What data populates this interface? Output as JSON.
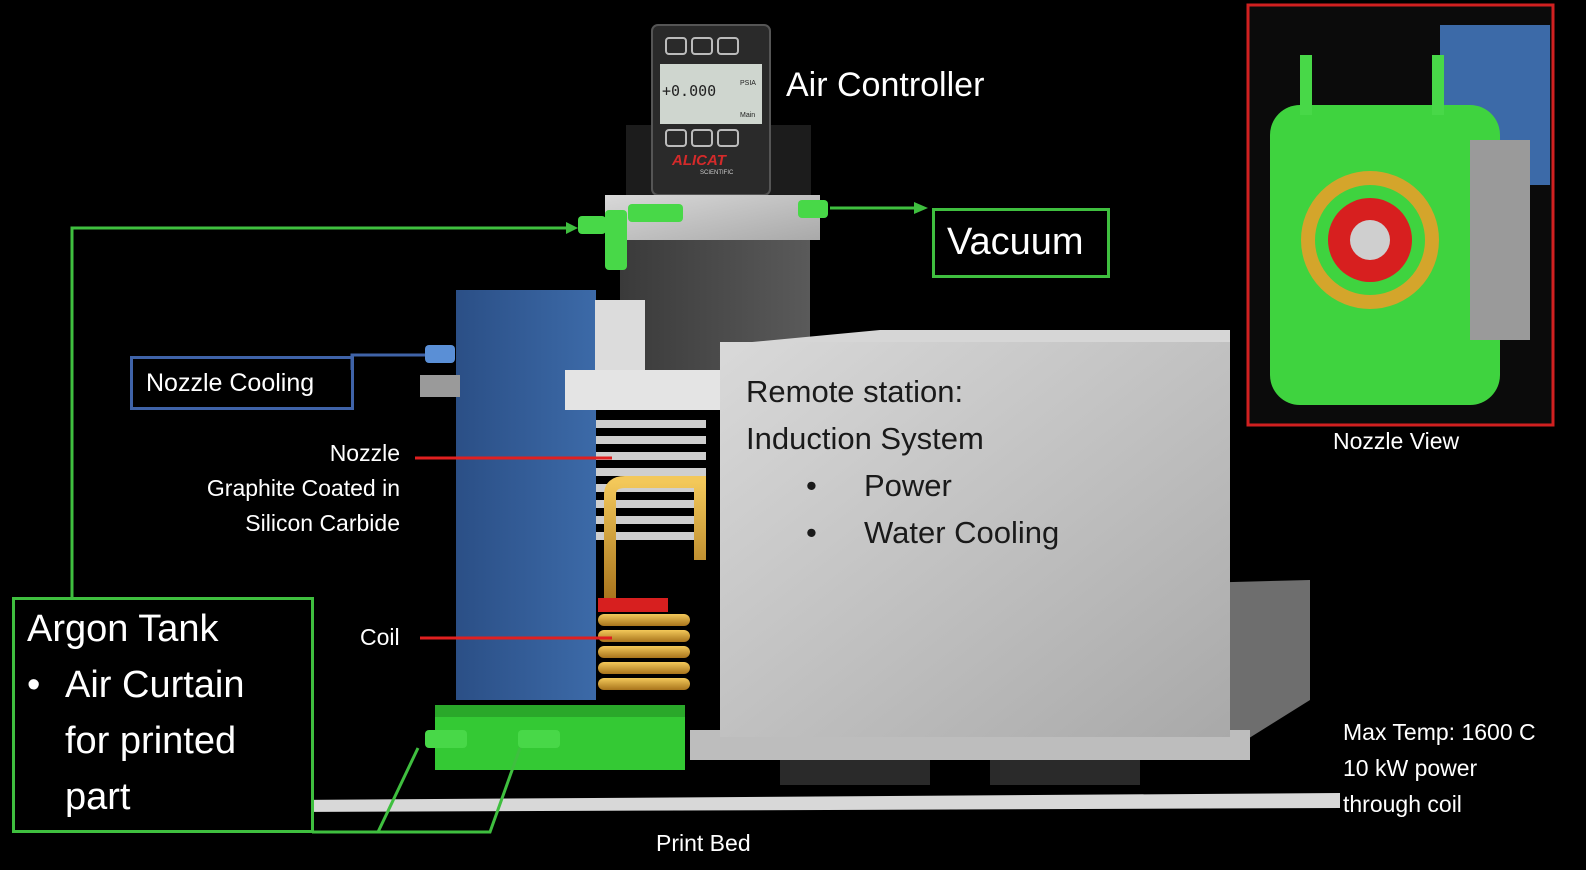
{
  "labels": {
    "air_controller": "Air Controller",
    "vacuum": "Vacuum",
    "nozzle_cooling": "Nozzle Cooling",
    "nozzle": "Nozzle",
    "graphite": "Graphite Coated in",
    "silicon": "Silicon Carbide",
    "coil": "Coil",
    "print_bed": "Print Bed",
    "nozzle_view": "Nozzle View"
  },
  "remote_station": {
    "line1": "Remote station:",
    "line2": "Induction System",
    "items": [
      "Power",
      "Water Cooling"
    ]
  },
  "argon_tank": {
    "title": "Argon Tank",
    "bullet_lines": [
      "Air Curtain",
      "for printed",
      "part"
    ]
  },
  "specs": [
    "Max Temp: 1600 C",
    "10 kW power",
    "through coil"
  ],
  "controller_display": {
    "reading": "+0.000",
    "unit": "PSIA",
    "mode": "Main",
    "brand": "ALICAT",
    "sub": "SCIENTIFIC"
  },
  "colors": {
    "green_line": "#3fbf3f",
    "blue_box": "#3f63a8",
    "red_line": "#e02020",
    "inset_border": "#d02020"
  }
}
